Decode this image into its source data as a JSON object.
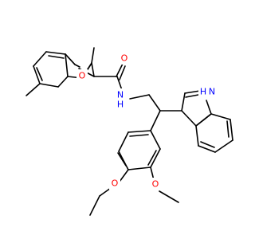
{
  "molecule": {
    "atoms": {
      "amide_N": {
        "symbol": "N",
        "label": "N",
        "suffix": "H",
        "color": "#0000ff"
      },
      "amide_O": {
        "symbol": "O",
        "label": "O",
        "color": "#ff0000"
      },
      "furan_O": {
        "symbol": "O",
        "label": "O",
        "color": "#ff0000"
      },
      "indole_N": {
        "symbol": "N",
        "label": "N",
        "suffix": "H",
        "color": "#0000ff"
      },
      "ether_O1": {
        "symbol": "O",
        "label": "O",
        "color": "#ff0000"
      },
      "ether_O2": {
        "symbol": "O",
        "label": "O",
        "color": "#ff0000"
      }
    },
    "bond_color": "#000000"
  }
}
